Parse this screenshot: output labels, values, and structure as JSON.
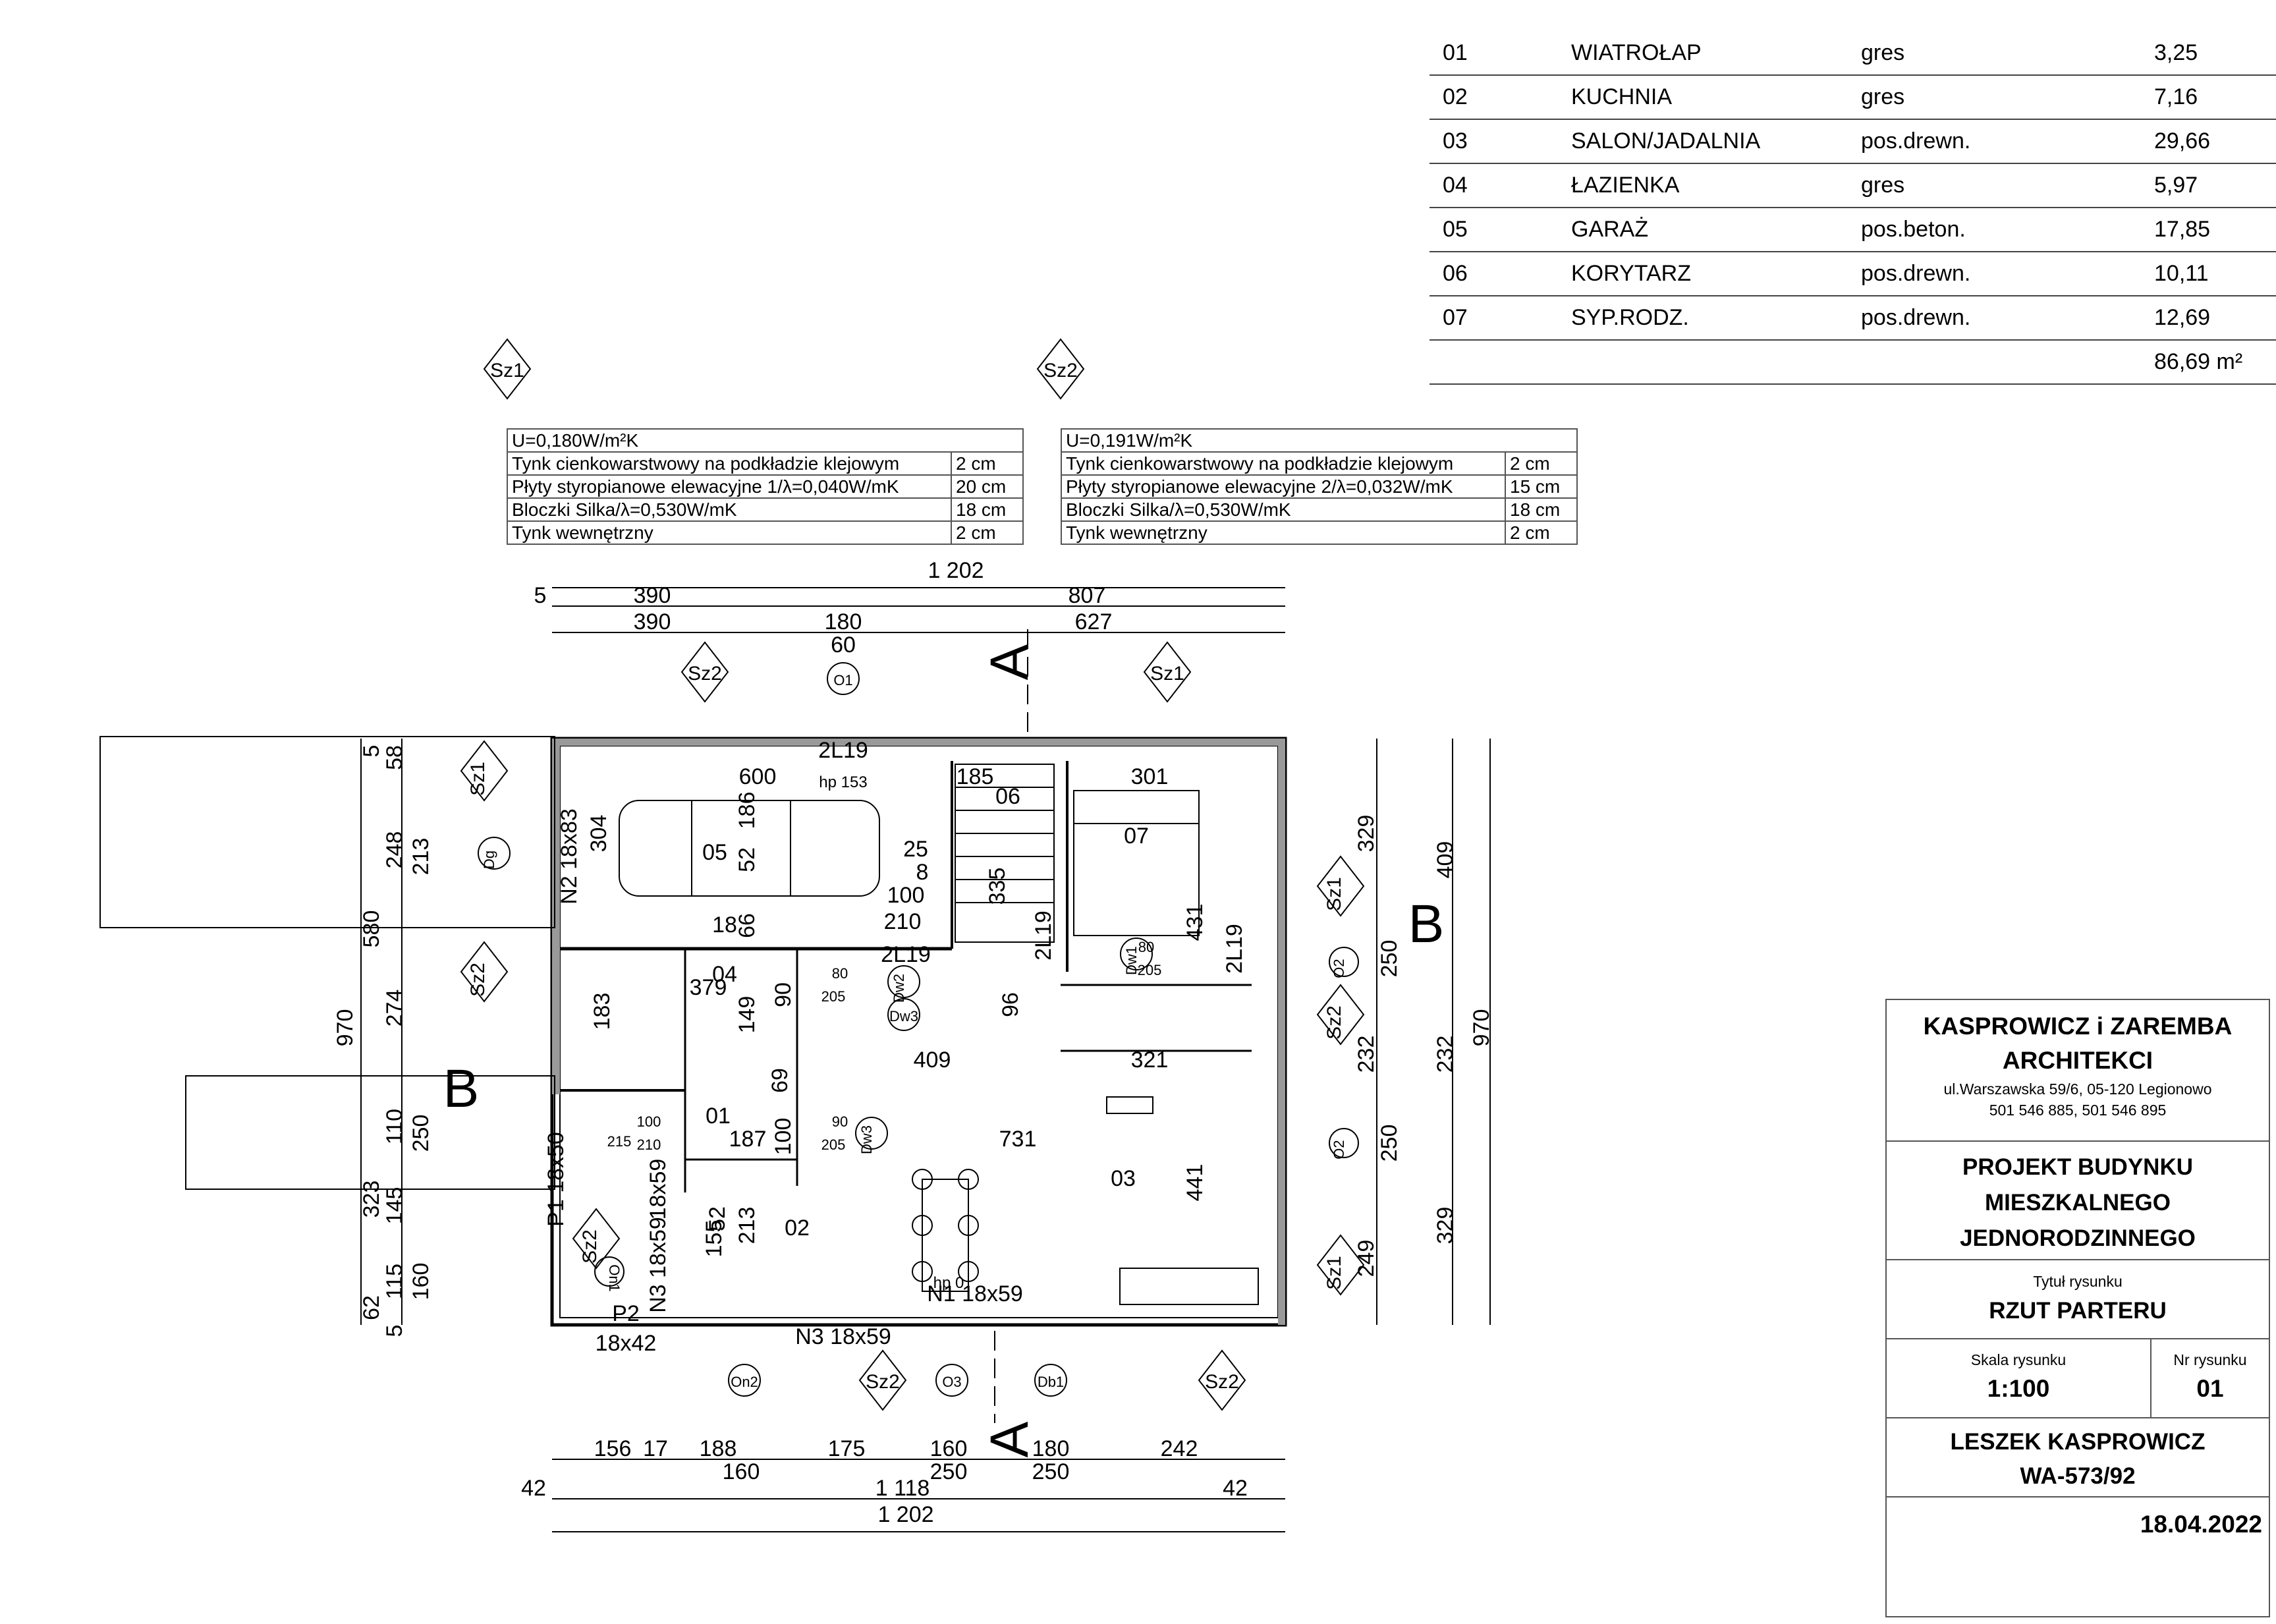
{
  "rooms": [
    {
      "nr": "01",
      "name": "WIATROŁAP",
      "floor": "gres",
      "area": "3,25"
    },
    {
      "nr": "02",
      "name": "KUCHNIA",
      "floor": "gres",
      "area": "7,16"
    },
    {
      "nr": "03",
      "name": "SALON/JADALNIA",
      "floor": "pos.drewn.",
      "area": "29,66"
    },
    {
      "nr": "04",
      "name": "ŁAZIENKA",
      "floor": "gres",
      "area": "5,97"
    },
    {
      "nr": "05",
      "name": "GARAŻ",
      "floor": "pos.beton.",
      "area": "17,85"
    },
    {
      "nr": "06",
      "name": "KORYTARZ",
      "floor": "pos.drewn.",
      "area": "10,11"
    },
    {
      "nr": "07",
      "name": "SYP.RODZ.",
      "floor": "pos.drewn.",
      "area": "12,69"
    }
  ],
  "rooms_total": "86,69 m²",
  "walls": [
    {
      "tag": "Sz1",
      "u": "U=0,180W/m²K",
      "layers": [
        {
          "name": "Tynk cienkowarstwowy na podkładzie klejowym",
          "val": "2 cm"
        },
        {
          "name": "Płyty styropianowe elewacyjne 1/λ=0,040W/mK",
          "val": "20 cm"
        },
        {
          "name": "Bloczki Silka/λ=0,530W/mK",
          "val": "18 cm"
        },
        {
          "name": "Tynk wewnętrzny",
          "val": "2 cm"
        }
      ]
    },
    {
      "tag": "Sz2",
      "u": "U=0,191W/m²K",
      "layers": [
        {
          "name": "Tynk cienkowarstwowy na podkładzie klejowym",
          "val": "2 cm"
        },
        {
          "name": "Płyty styropianowe elewacyjne 2/λ=0,032W/mK",
          "val": "15 cm"
        },
        {
          "name": "Bloczki Silka/λ=0,530W/mK",
          "val": "18 cm"
        },
        {
          "name": "Tynk wewnętrzny",
          "val": "2 cm"
        }
      ]
    }
  ],
  "title_block": {
    "firm1": "KASPROWICZ i ZAREMBA",
    "firm2": "ARCHITEKCI",
    "address": "ul.Warszawska 59/6, 05-120 Legionowo",
    "phones": "501 546 885, 501 546 895",
    "project1": "PROJEKT BUDYNKU",
    "project2": "MIESZKALNEGO",
    "project3": "JEDNORODZINNEGO",
    "title_label": "Tytuł rysunku",
    "title": "RZUT PARTERU",
    "scale_label": "Skala rysunku",
    "scale": "1:100",
    "nr_label": "Nr rysunku",
    "nr": "01",
    "author": "LESZEK KASPROWICZ",
    "license": "WA-573/92",
    "date": "18.04.2022"
  },
  "plan": {
    "dims_top": [
      "1 202",
      "5",
      "390",
      "807",
      "390",
      "180",
      "627",
      "60"
    ],
    "dims_bottom": [
      "156",
      "17",
      "188",
      "175",
      "160",
      "180",
      "242",
      "160",
      "250",
      "250",
      "42",
      "1 118",
      "42",
      "1 202"
    ],
    "dims_left": [
      "5",
      "58",
      "248",
      "213",
      "580",
      "970",
      "274",
      "110",
      "250",
      "323",
      "145",
      "115",
      "160",
      "62",
      "5"
    ],
    "dims_right": [
      "329",
      "409",
      "250",
      "232",
      "232",
      "970",
      "250",
      "329",
      "249"
    ],
    "room_labels": [
      "01",
      "02",
      "03",
      "04",
      "05",
      "06",
      "07"
    ],
    "section_marks": [
      "A",
      "A",
      "B",
      "B"
    ],
    "tags": [
      "Sz1",
      "Sz2",
      "Sz1",
      "Sz2",
      "Sz1",
      "Sz2",
      "Sz1",
      "Sz2",
      "Sz1",
      "Sz2",
      "Sz2",
      "Sz2"
    ],
    "openings": [
      "O1",
      "O2",
      "O2",
      "O3",
      "On1",
      "On2",
      "Dg",
      "Dw1",
      "Dw2",
      "Dw3",
      "Dw3",
      "Db1"
    ],
    "notes": [
      "2L19",
      "2L19",
      "2L19",
      "2L19",
      "hp 153",
      "hp 0",
      "N1 18x59",
      "N2 18x83",
      "N3 18x59",
      "N3 18x59",
      "P1 18x50",
      "P2",
      "18x42",
      "18x59"
    ],
    "inner_dims": [
      "600",
      "185",
      "301",
      "304",
      "186",
      "52",
      "66",
      "18",
      "25",
      "8",
      "100",
      "210",
      "335",
      "431",
      "379",
      "183",
      "149",
      "90",
      "409",
      "321",
      "731",
      "441",
      "187",
      "100",
      "69",
      "213",
      "155",
      "52",
      "96",
      "80",
      "205",
      "80",
      "205",
      "90",
      "205",
      "100",
      "210",
      "215"
    ]
  }
}
